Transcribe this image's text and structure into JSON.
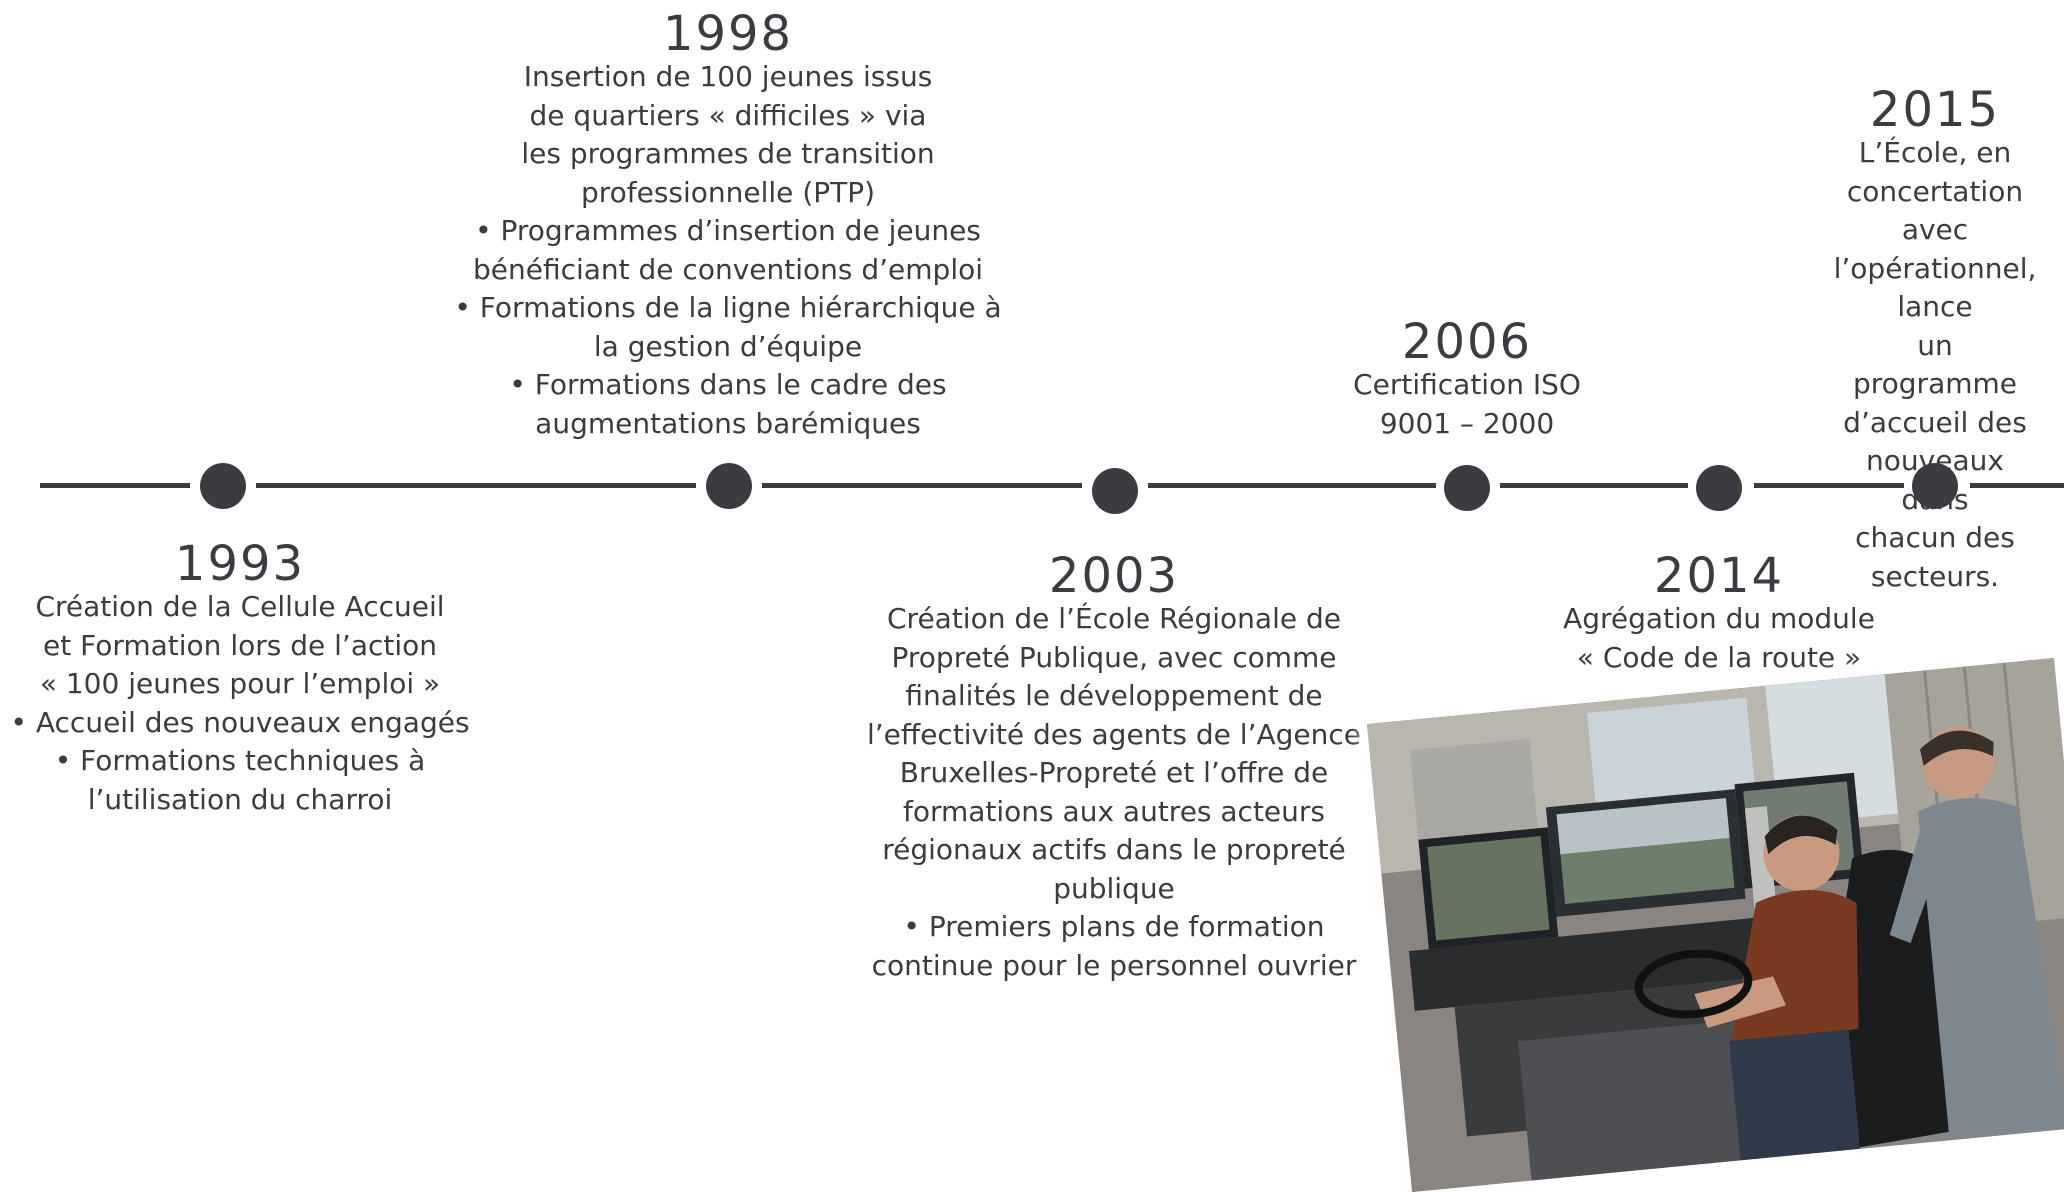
{
  "timeline": {
    "events": [
      {
        "year": "1993",
        "description": "Création de la Cellule Accueil\net Formation lors de l’action\n« 100 jeunes pour l’emploi »\n• Accueil des nouveaux engagés\n• Formations techniques à\nl’utilisation du charroi"
      },
      {
        "year": "1998",
        "description": "Insertion de 100 jeunes issus\nde quartiers « difficiles » via\nles programmes de transition\nprofessionnelle (PTP)\n• Programmes d’insertion de jeunes\nbénéficiant de conventions d’emploi\n• Formations de la ligne hiérarchique à\nla gestion d’équipe\n• Formations dans le cadre des\naugmentations barémiques"
      },
      {
        "year": "2003",
        "description": "Création de l’École Régionale de\nPropreté Publique, avec comme\nfinalités le développement de\nl’effectivité des agents de l’Agence\nBruxelles-Propreté et l’offre de\nformations aux autres acteurs\nrégionaux actifs dans le propreté\npublique\n• Premiers plans de formation\ncontinue pour le personnel ouvrier"
      },
      {
        "year": "2006",
        "description": "Certification ISO\n9001 – 2000"
      },
      {
        "year": "2014",
        "description": "Agrégation du module\n« Code de la route »"
      },
      {
        "year": "2015",
        "description": "L’École, en\nconcertation avec\nl’opérationnel, lance\nun programme\nd’accueil des\nnouveaux dans\nchacun des\nsecteurs."
      }
    ]
  },
  "colors": {
    "line": "#3a3c42",
    "text": "#3a3c42"
  }
}
